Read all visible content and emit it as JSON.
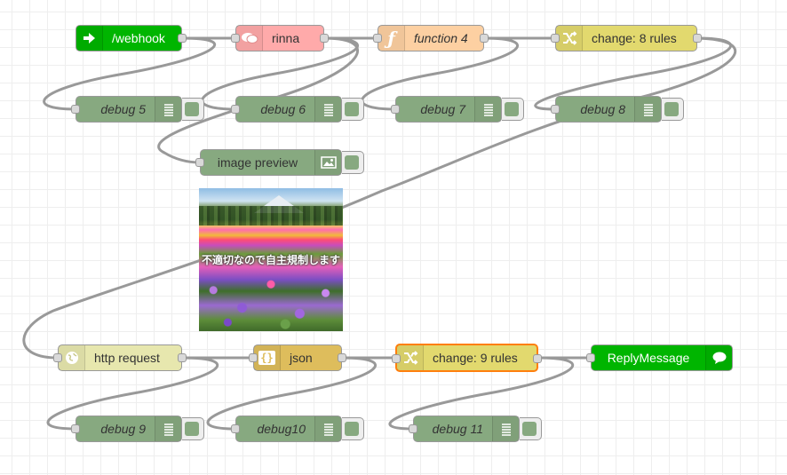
{
  "palette": {
    "http_in": "#3FADB5",
    "line_node": "#00b500",
    "rinna": "#ffaaaa",
    "function": "#fdd0a2",
    "change": "#e2d96e",
    "debug": "#87a980",
    "image_preview": "#87a980",
    "http_request": "#e7e7ae",
    "json": "#debd5c"
  },
  "nodes": {
    "webhook": {
      "label": "/webhook",
      "icon": "arrow-in-icon"
    },
    "rinna": {
      "label": "rinna",
      "icon": "chat-bubble-icon"
    },
    "function4": {
      "label": "function 4",
      "icon": "function-icon"
    },
    "change8": {
      "label": "change: 8 rules",
      "icon": "shuffle-icon"
    },
    "debug5": {
      "label": "debug 5",
      "icon": "list-icon"
    },
    "debug6": {
      "label": "debug 6",
      "icon": "list-icon"
    },
    "debug7": {
      "label": "debug 7",
      "icon": "list-icon"
    },
    "debug8": {
      "label": "debug 8",
      "icon": "list-icon"
    },
    "image_preview": {
      "label": "image preview",
      "icon": "image-icon"
    },
    "http_request": {
      "label": "http request",
      "icon": "globe-icon"
    },
    "json": {
      "label": "json",
      "icon": "braces-icon"
    },
    "change9": {
      "label": "change: 9 rules",
      "icon": "shuffle-icon"
    },
    "reply": {
      "label": "ReplyMessage",
      "icon": "speech-bubble-icon"
    },
    "debug9": {
      "label": "debug 9",
      "icon": "list-icon"
    },
    "debug10": {
      "label": "debug10",
      "icon": "list-icon"
    },
    "debug11": {
      "label": "debug 11",
      "icon": "list-icon"
    }
  },
  "preview": {
    "caption": "不適切なので自主規制します"
  },
  "wires": [
    [
      "webhook",
      "rinna"
    ],
    [
      "webhook",
      "debug5"
    ],
    [
      "rinna",
      "function4"
    ],
    [
      "rinna",
      "debug6"
    ],
    [
      "rinna",
      "image_preview"
    ],
    [
      "function4",
      "change8"
    ],
    [
      "function4",
      "debug7"
    ],
    [
      "change8",
      "debug8"
    ],
    [
      "change8",
      "http_request"
    ],
    [
      "http_request",
      "json"
    ],
    [
      "http_request",
      "debug9"
    ],
    [
      "json",
      "change9"
    ],
    [
      "json",
      "debug10"
    ],
    [
      "change9",
      "reply"
    ],
    [
      "change9",
      "debug11"
    ]
  ]
}
